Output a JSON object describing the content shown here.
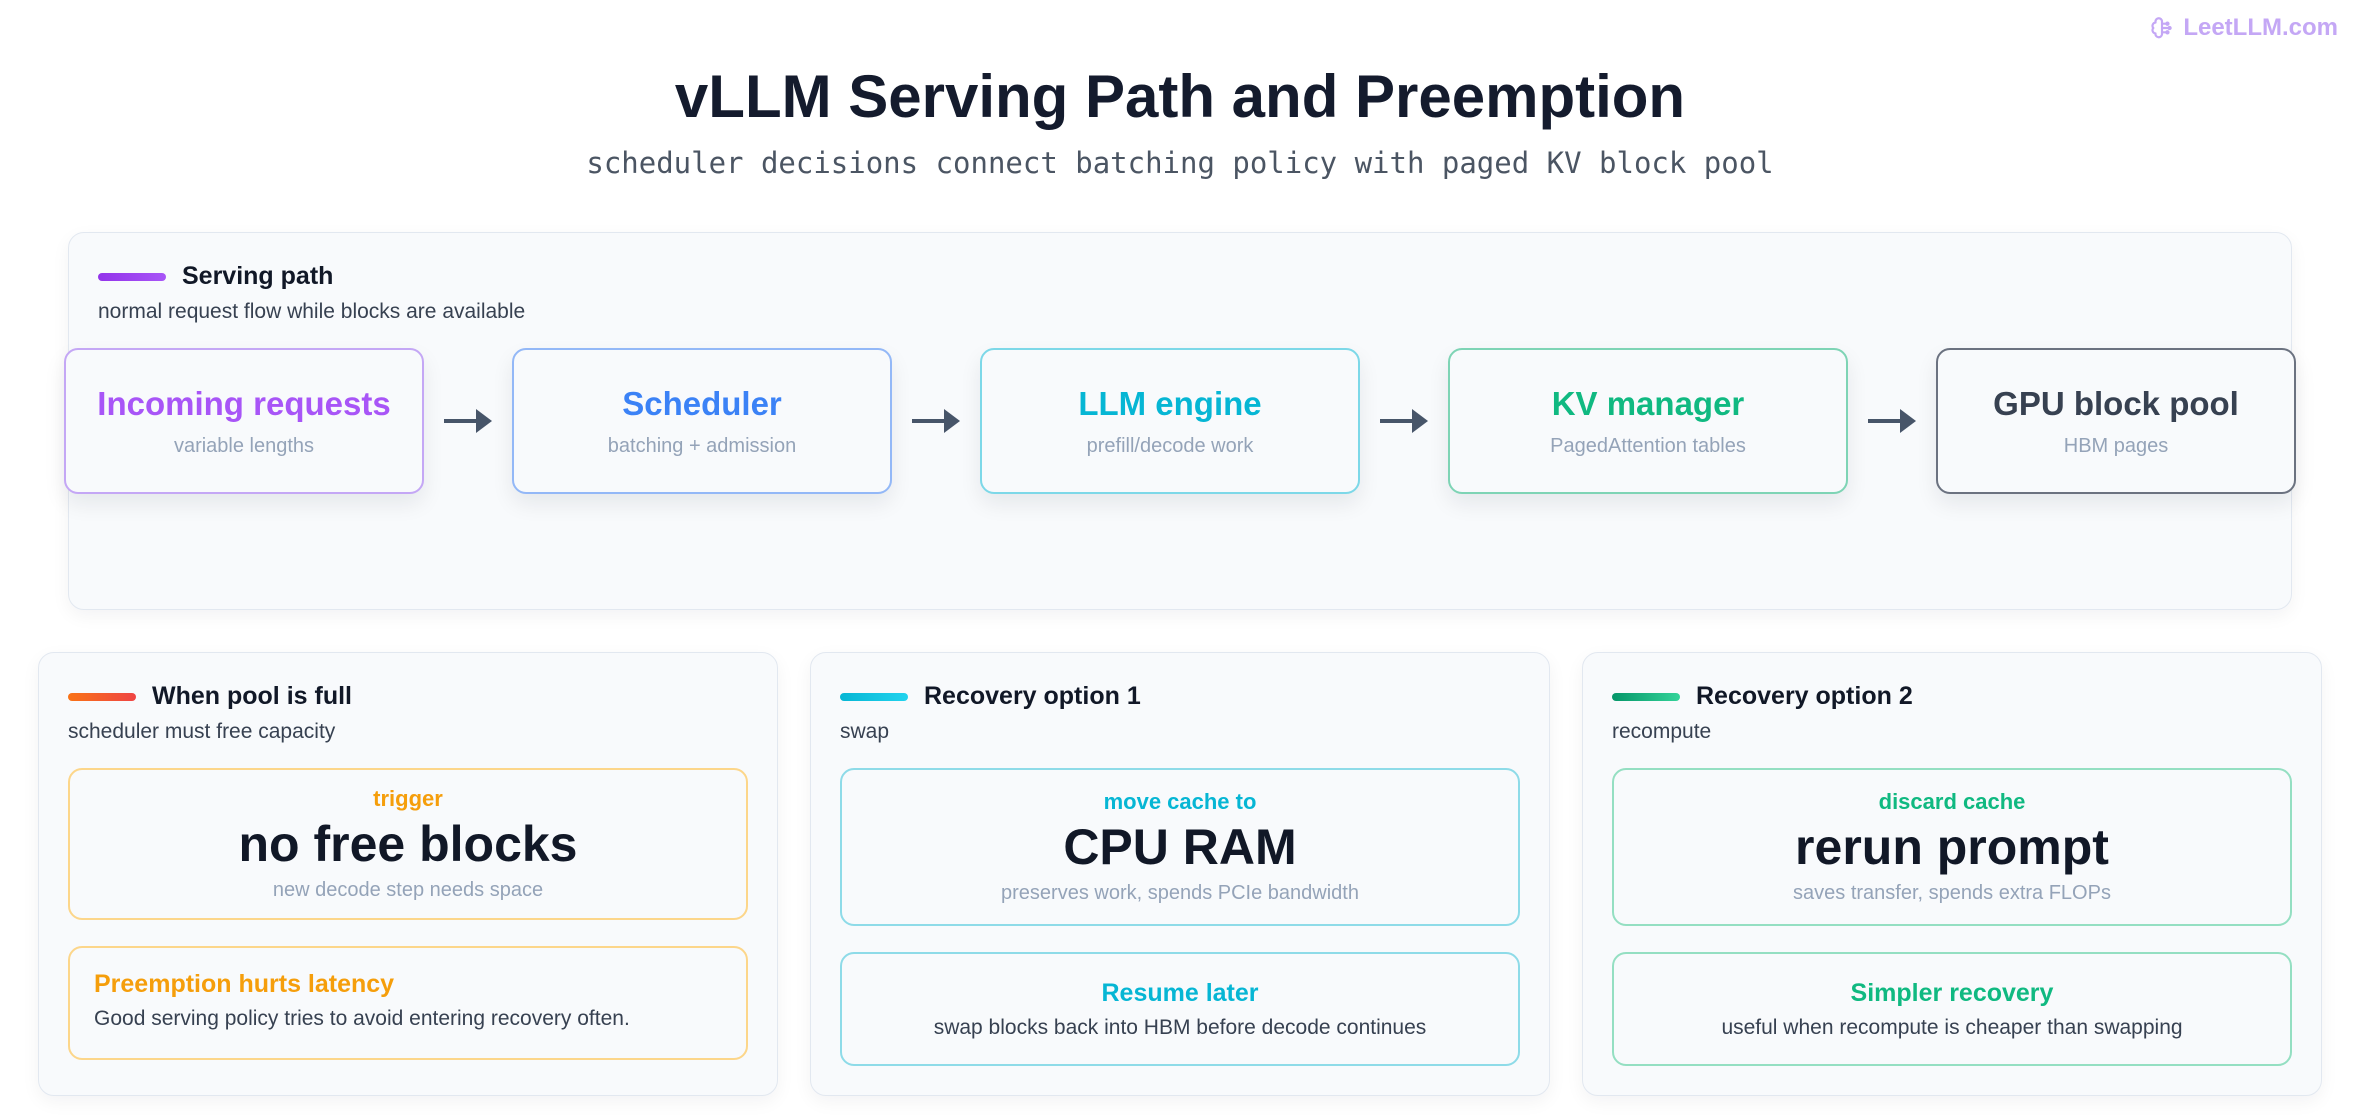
{
  "brand": {
    "name": "LeetLLM.com",
    "icon": "brain-icon",
    "color": "#c4a7f5"
  },
  "title": "vLLM Serving Path and Preemption",
  "subtitle": "scheduler decisions connect batching policy with paged KV block pool",
  "serving_path": {
    "title": "Serving path",
    "subtitle": "normal request flow while blocks are available",
    "accent": "#9333ea",
    "nodes": [
      {
        "title": "Incoming requests",
        "sub": "variable lengths",
        "color": "#a855f7"
      },
      {
        "title": "Scheduler",
        "sub": "batching + admission",
        "color": "#3b82f6"
      },
      {
        "title": "LLM engine",
        "sub": "prefill/decode work",
        "color": "#06b6d4"
      },
      {
        "title": "KV manager",
        "sub": "PagedAttention tables",
        "color": "#10b981"
      },
      {
        "title": "GPU block pool",
        "sub": "HBM pages",
        "color": "#374151"
      }
    ]
  },
  "pool_full": {
    "title": "When pool is full",
    "subtitle": "scheduler must free capacity",
    "accent": "#f97316",
    "trigger": {
      "kicker": "trigger",
      "value": "no free blocks",
      "note": "new decode step needs space"
    },
    "warning": {
      "title": "Preemption hurts latency",
      "text": "Good serving policy tries to avoid entering recovery often."
    },
    "color": "#f59e0b"
  },
  "option1": {
    "title": "Recovery option 1",
    "subtitle": "swap",
    "accent": "#06b6d4",
    "main": {
      "kicker": "move cache to",
      "value": "CPU RAM",
      "note": "preserves work, spends PCIe bandwidth"
    },
    "follow": {
      "title": "Resume later",
      "text": "swap blocks back into HBM before decode continues"
    }
  },
  "option2": {
    "title": "Recovery option 2",
    "subtitle": "recompute",
    "accent": "#10b981",
    "main": {
      "kicker": "discard cache",
      "value": "rerun prompt",
      "note": "saves transfer, spends extra FLOPs"
    },
    "follow": {
      "title": "Simpler recovery",
      "text": "useful when recompute is cheaper than swapping"
    }
  }
}
